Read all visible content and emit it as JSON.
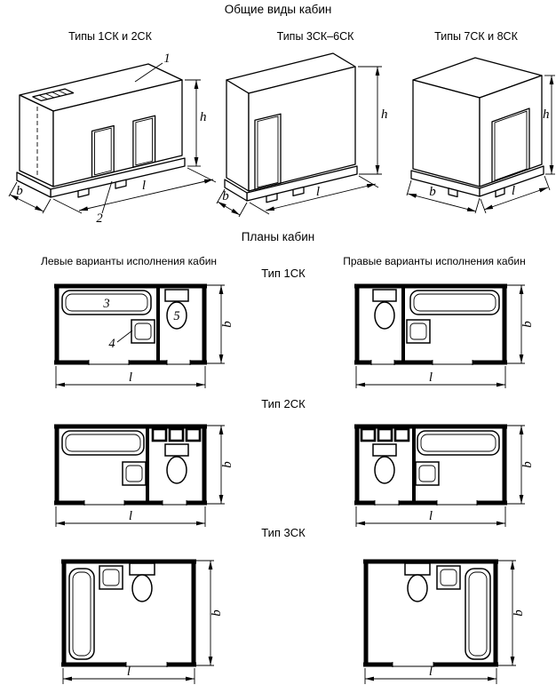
{
  "page": {
    "title": "Общие виды кабин",
    "plans_title": "Планы кабин"
  },
  "iso_views": [
    {
      "label": "Типы 1СК и 2СК"
    },
    {
      "label": "Типы 3СК–6СК"
    },
    {
      "label": "Типы 7СК и 8СК"
    }
  ],
  "plan_columns": {
    "left": "Левые варианты исполнения кабин",
    "right": "Правые варианты исполнения кабин"
  },
  "plan_types": [
    {
      "label": "Тип 1СК"
    },
    {
      "label": "Тип 2СК"
    },
    {
      "label": "Тип 3СК"
    }
  ],
  "dims": {
    "h": "h",
    "b": "b",
    "l": "l"
  },
  "callouts": {
    "n1": "1",
    "n2": "2",
    "n3": "3",
    "n4": "4",
    "n5": "5"
  }
}
